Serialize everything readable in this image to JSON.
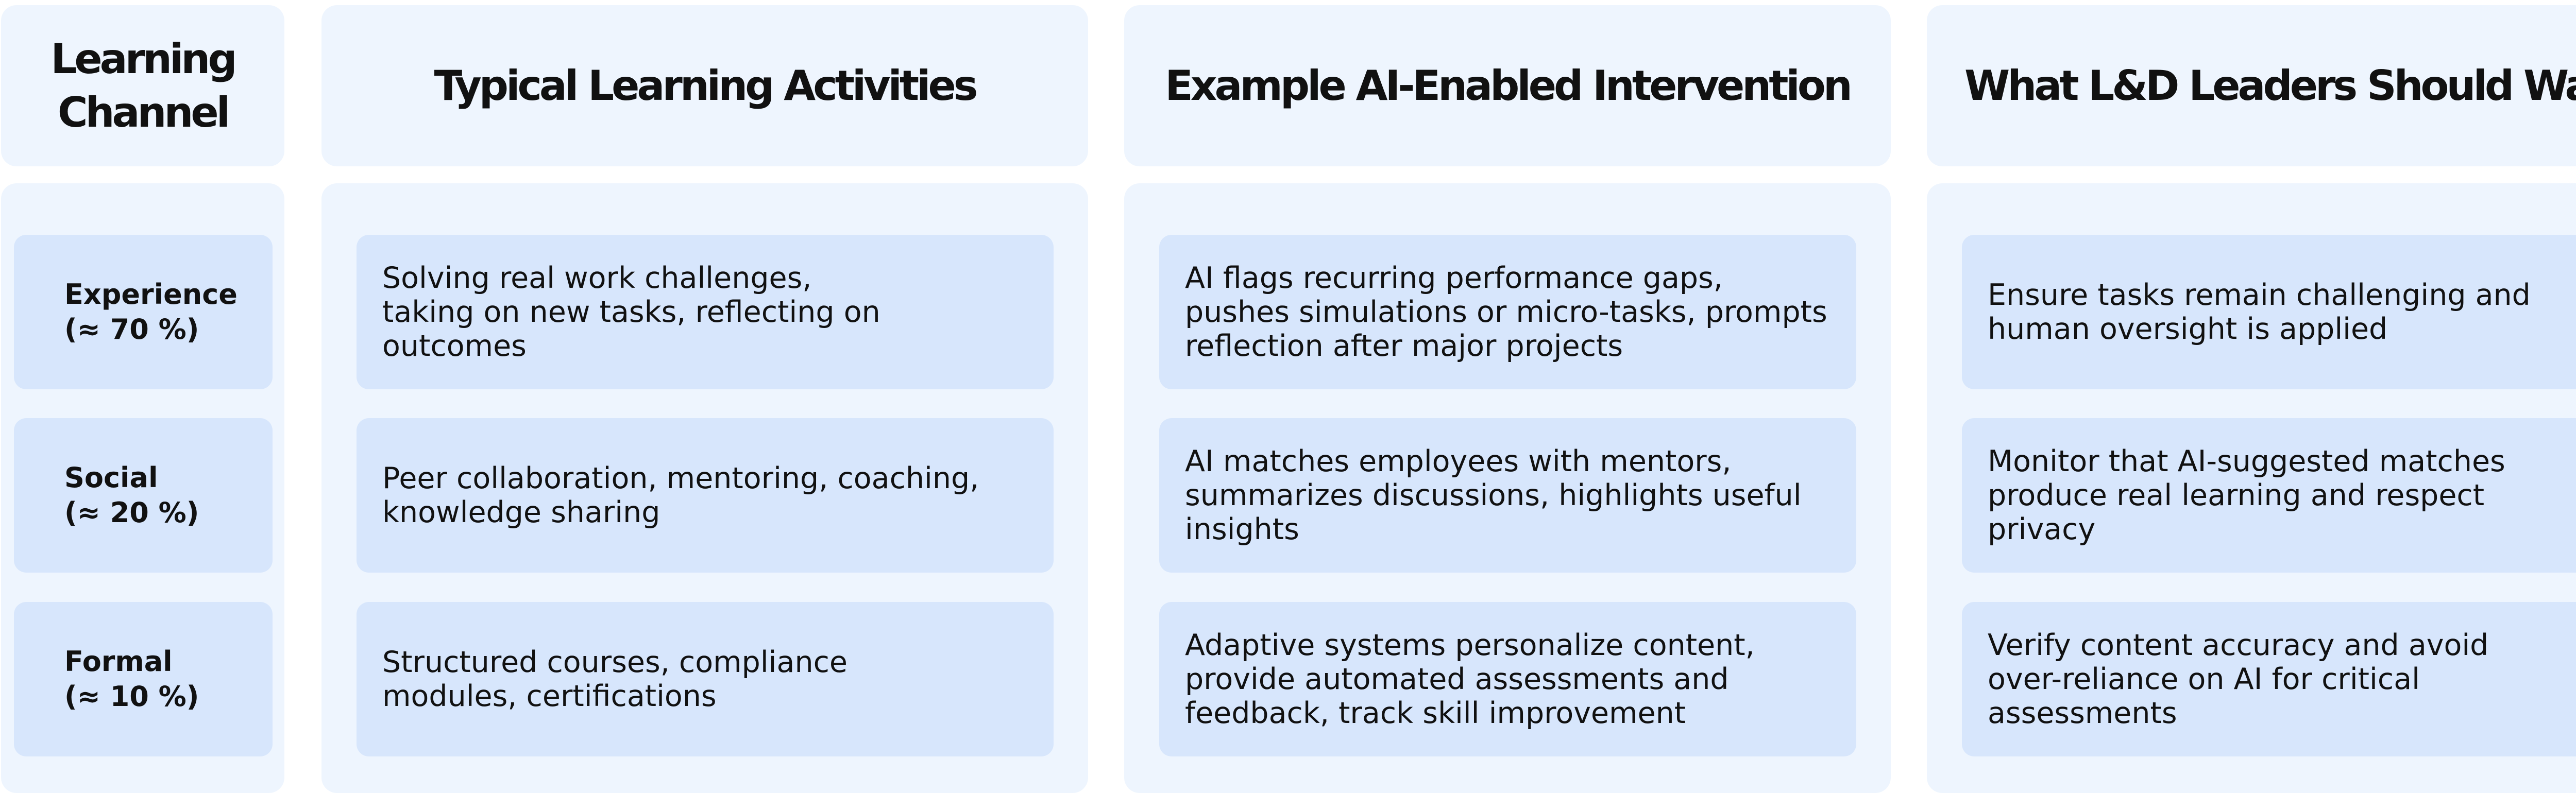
{
  "headers": {
    "channel": "Learning\nChannel",
    "activities": "Typical Learning Activities",
    "intervention": "Example AI-Enabled Intervention",
    "watch": "What L&D Leaders Should Watch"
  },
  "rows": [
    {
      "channel": "Experience",
      "share": "(≈ 70 %)",
      "activities": "Solving real work challenges,\ntaking on new tasks, reflecting on\noutcomes",
      "intervention": "AI flags recurring performance gaps,\npushes simulations or micro-tasks, prompts\nreflection after major projects",
      "watch": "Ensure tasks remain challenging and\nhuman oversight is applied"
    },
    {
      "channel": "Social",
      "share": "(≈ 20 %)",
      "activities": "Peer collaboration, mentoring, coaching,\nknowledge sharing",
      "intervention": "AI matches employees with mentors,\nsummarizes discussions, highlights useful\ninsights",
      "watch": "Monitor that AI-suggested matches\nproduce real learning and respect\nprivacy"
    },
    {
      "channel": "Formal",
      "share": "(≈ 10 %)",
      "activities": "Structured courses, compliance\nmodules, certifications",
      "intervention": "Adaptive systems personalize content,\nprovide automated assessments and\nfeedback, track skill improvement",
      "watch": "Verify content accuracy and avoid\nover-reliance on AI for critical\nassessments"
    }
  ]
}
